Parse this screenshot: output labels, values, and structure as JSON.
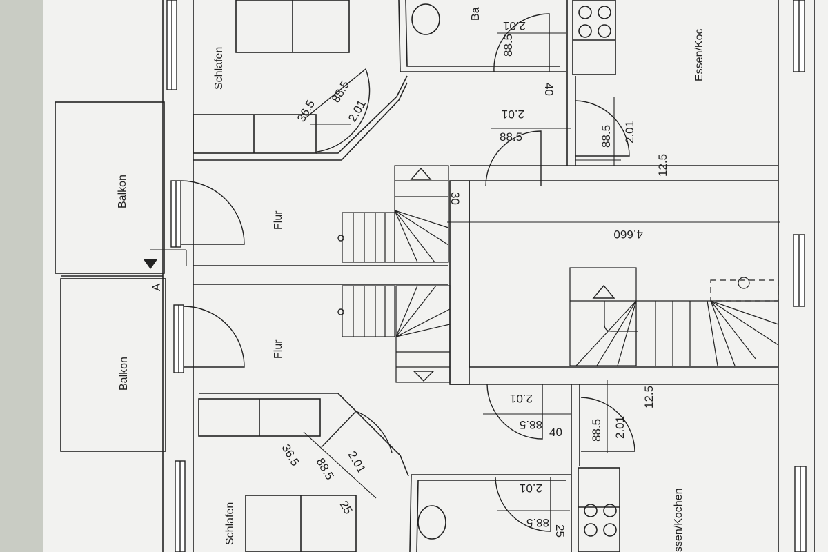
{
  "rooms": {
    "schlafen_top": "Schlafen",
    "schlafen_bottom": "Schlafen",
    "balkon_top": "Balkon",
    "balkon_bottom": "Balkon",
    "flur_top": "Flur",
    "flur_bottom": "Flur",
    "bad_top": "Ba",
    "essen_top": "Essen/Koc",
    "essen_bottom": "ssen/Kochen"
  },
  "dimensions": {
    "d1": "2.01",
    "d2": "88.5",
    "d3": "40",
    "d4": "36.5",
    "d5": "88.5",
    "d6": "2.01",
    "d7": "2.01",
    "d8": "88.5",
    "d9": "88.5",
    "d10": "2.01",
    "d11": "12.5",
    "d12": "30",
    "d13": "4.660",
    "d14": "2.01",
    "d15": "88.5",
    "d16": "40",
    "d17": "88.5",
    "d18": "2.01",
    "d19": "12.5",
    "d20": "36.5",
    "d21": "88.5",
    "d22": "2.01",
    "d23": "25",
    "d24": "2.01",
    "d25": "88.5",
    "d26": "25"
  },
  "section_mark": "A",
  "colors": {
    "paper": "#f2f2f0",
    "background": "#c9ccc4",
    "ink": "#222222"
  }
}
